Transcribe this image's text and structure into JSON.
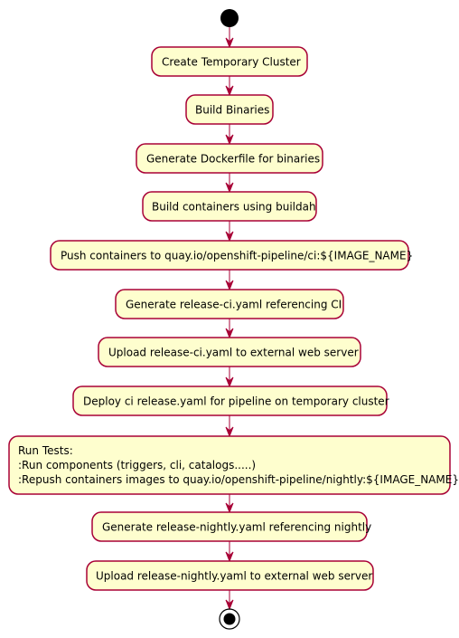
{
  "activities": [
    {
      "lines": [
        "Create Temporary Cluster"
      ]
    },
    {
      "lines": [
        "Build Binaries"
      ]
    },
    {
      "lines": [
        "Generate Dockerfile for binaries"
      ]
    },
    {
      "lines": [
        "Build containers using buildah"
      ]
    },
    {
      "lines": [
        "Push containers to quay.io/openshift-pipeline/ci:${IMAGE_NAME}"
      ]
    },
    {
      "lines": [
        "Generate release-ci.yaml referencing CI"
      ]
    },
    {
      "lines": [
        "Upload release-ci.yaml to external web server"
      ]
    },
    {
      "lines": [
        "Deploy ci release.yaml for pipeline on temporary cluster"
      ]
    },
    {
      "lines": [
        "Run Tests:",
        ":Run components (triggers, cli, catalogs.....)",
        ":Repush containers images to quay.io/openshift-pipeline/nightly:${IMAGE_NAME}"
      ]
    },
    {
      "lines": [
        "Generate release-nightly.yaml referencing nightly"
      ]
    },
    {
      "lines": [
        "Upload release-nightly.yaml to external web server"
      ]
    }
  ],
  "colors": {
    "box_fill": "#FEFECE",
    "box_stroke": "#A80036",
    "arrow": "#A80036",
    "node": "#000000"
  }
}
